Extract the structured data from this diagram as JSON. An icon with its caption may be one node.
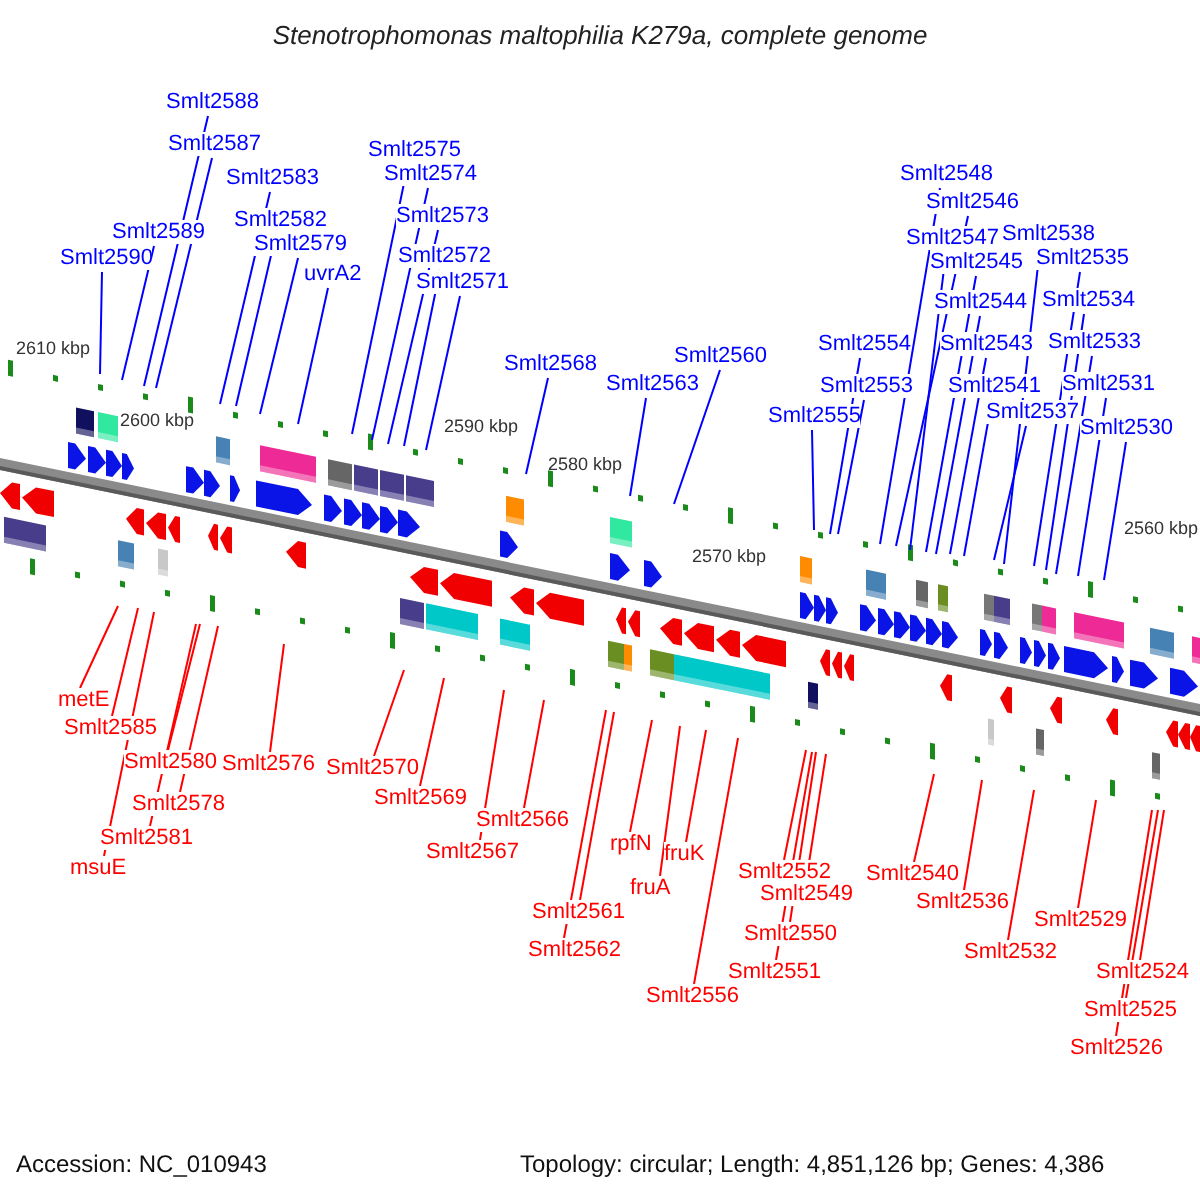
{
  "diagram": {
    "title": "Stenotrophomonas maltophilia K279a, complete genome",
    "nodes": [
      {
        "text": [
          "Smlt2590"
        ]
      },
      {
        "text": [
          "Smlt2589"
        ]
      },
      {
        "text": [
          "Smlt2588"
        ]
      },
      {
        "text": [
          "Smlt2587"
        ]
      },
      {
        "text": [
          "Smlt2583"
        ]
      },
      {
        "text": [
          "Smlt2582"
        ]
      },
      {
        "text": [
          "Smlt2579"
        ]
      },
      {
        "text": [
          "uvrA2"
        ]
      },
      {
        "text": [
          "Smlt2575"
        ]
      },
      {
        "text": [
          "Smlt2574"
        ]
      },
      {
        "text": [
          "Smlt2573"
        ]
      },
      {
        "text": [
          "Smlt2572"
        ]
      },
      {
        "text": [
          "Smlt2571"
        ]
      },
      {
        "text": [
          "Smlt2568"
        ]
      },
      {
        "text": [
          "Smlt2563"
        ]
      },
      {
        "text": [
          "Smlt2560"
        ]
      },
      {
        "text": [
          "Smlt2554"
        ]
      },
      {
        "text": [
          "Smlt2553"
        ]
      },
      {
        "text": [
          "Smlt2555"
        ]
      },
      {
        "text": [
          "Smlt2548"
        ]
      },
      {
        "text": [
          "Smlt2546"
        ]
      },
      {
        "text": [
          "Smlt2547"
        ]
      },
      {
        "text": [
          "Smlt2545"
        ]
      },
      {
        "text": [
          "Smlt2544"
        ]
      },
      {
        "text": [
          "Smlt2543"
        ]
      },
      {
        "text": [
          "Smlt2541"
        ]
      },
      {
        "text": [
          "Smlt2537"
        ]
      },
      {
        "text": [
          "Smlt2538"
        ]
      },
      {
        "text": [
          "Smlt2535"
        ]
      },
      {
        "text": [
          "Smlt2534"
        ]
      },
      {
        "text": [
          "Smlt2533"
        ]
      },
      {
        "text": [
          "Smlt2531"
        ]
      },
      {
        "text": [
          "Smlt2530"
        ]
      },
      {
        "text": [
          "metE"
        ]
      },
      {
        "text": [
          "Smlt2585"
        ]
      },
      {
        "text": [
          "Smlt2580"
        ]
      },
      {
        "text": [
          "Smlt2578"
        ]
      },
      {
        "text": [
          "Smlt2581"
        ]
      },
      {
        "text": [
          "msuE"
        ]
      },
      {
        "text": [
          "Smlt2576"
        ]
      },
      {
        "text": [
          "Smlt2570"
        ]
      },
      {
        "text": [
          "Smlt2569"
        ]
      },
      {
        "text": [
          "Smlt2567"
        ]
      },
      {
        "text": [
          "Smlt2566"
        ]
      },
      {
        "text": [
          "Smlt2561"
        ]
      },
      {
        "text": [
          "Smlt2562"
        ]
      },
      {
        "text": [
          "rpfN"
        ]
      },
      {
        "text": [
          "fruA"
        ]
      },
      {
        "text": [
          "fruK"
        ]
      },
      {
        "text": [
          "Smlt2556"
        ]
      },
      {
        "text": [
          "Smlt2552"
        ]
      },
      {
        "text": [
          "Smlt2549"
        ]
      },
      {
        "text": [
          "Smlt2550"
        ]
      },
      {
        "text": [
          "Smlt2551"
        ]
      },
      {
        "text": [
          "Smlt2540"
        ]
      },
      {
        "text": [
          "Smlt2536"
        ]
      },
      {
        "text": [
          "Smlt2532"
        ]
      },
      {
        "text": [
          "Smlt2529"
        ]
      },
      {
        "text": [
          "Smlt2524"
        ]
      },
      {
        "text": [
          "Smlt2525"
        ]
      },
      {
        "text": [
          "Smlt2526"
        ]
      }
    ],
    "edges": [
      {
        "from": 0,
        "to": null,
        "arrow": "none"
      },
      {
        "from": 1,
        "to": null,
        "arrow": "none"
      },
      {
        "from": 2,
        "to": null,
        "arrow": "none"
      },
      {
        "from": 3,
        "to": null,
        "arrow": "none"
      },
      {
        "from": 4,
        "to": null,
        "arrow": "none"
      },
      {
        "from": 5,
        "to": null,
        "arrow": "none"
      },
      {
        "from": 6,
        "to": null,
        "arrow": "none"
      },
      {
        "from": 7,
        "to": null,
        "arrow": "none"
      },
      {
        "from": 8,
        "to": null,
        "arrow": "none"
      },
      {
        "from": 9,
        "to": null,
        "arrow": "none"
      },
      {
        "from": 10,
        "to": null,
        "arrow": "none"
      },
      {
        "from": 11,
        "to": null,
        "arrow": "none"
      },
      {
        "from": 12,
        "to": null,
        "arrow": "none"
      },
      {
        "from": 13,
        "to": null,
        "arrow": "none"
      },
      {
        "from": 14,
        "to": null,
        "arrow": "none"
      },
      {
        "from": 15,
        "to": null,
        "arrow": "none"
      },
      {
        "from": 16,
        "to": null,
        "arrow": "none"
      },
      {
        "from": 17,
        "to": null,
        "arrow": "none"
      },
      {
        "from": 18,
        "to": null,
        "arrow": "none"
      },
      {
        "from": 19,
        "to": null,
        "arrow": "none"
      },
      {
        "from": 20,
        "to": null,
        "arrow": "none"
      },
      {
        "from": 21,
        "to": null,
        "arrow": "none"
      },
      {
        "from": 22,
        "to": null,
        "arrow": "none"
      },
      {
        "from": 23,
        "to": null,
        "arrow": "none"
      },
      {
        "from": 24,
        "to": null,
        "arrow": "none"
      },
      {
        "from": 25,
        "to": null,
        "arrow": "none"
      },
      {
        "from": 26,
        "to": null,
        "arrow": "none"
      },
      {
        "from": 27,
        "to": null,
        "arrow": "none"
      },
      {
        "from": 28,
        "to": null,
        "arrow": "none"
      },
      {
        "from": 29,
        "to": null,
        "arrow": "none"
      },
      {
        "from": 30,
        "to": null,
        "arrow": "none"
      },
      {
        "from": 31,
        "to": null,
        "arrow": "none"
      },
      {
        "from": 32,
        "to": null,
        "arrow": "none"
      },
      {
        "from": 33,
        "to": null,
        "arrow": "none",
        "color": "#ff0000"
      },
      {
        "from": 34,
        "to": null,
        "arrow": "none",
        "color": "#ff0000"
      },
      {
        "from": 35,
        "to": null,
        "arrow": "none",
        "color": "#ff0000"
      },
      {
        "from": 36,
        "to": null,
        "arrow": "none",
        "color": "#ff0000"
      },
      {
        "from": 37,
        "to": null,
        "arrow": "none",
        "color": "#ff0000"
      },
      {
        "from": 38,
        "to": null,
        "arrow": "none",
        "color": "#ff0000"
      },
      {
        "from": 39,
        "to": null,
        "arrow": "none",
        "color": "#ff0000"
      },
      {
        "from": 40,
        "to": null,
        "arrow": "none",
        "color": "#ff0000"
      },
      {
        "from": 41,
        "to": null,
        "arrow": "none",
        "color": "#ff0000"
      },
      {
        "from": 42,
        "to": null,
        "arrow": "none",
        "color": "#ff0000"
      },
      {
        "from": 43,
        "to": null,
        "arrow": "none",
        "color": "#ff0000"
      },
      {
        "from": 44,
        "to": null,
        "arrow": "none",
        "color": "#ff0000"
      },
      {
        "from": 45,
        "to": null,
        "arrow": "none",
        "color": "#ff0000"
      },
      {
        "from": 46,
        "to": null,
        "arrow": "none",
        "color": "#ff0000"
      },
      {
        "from": 47,
        "to": null,
        "arrow": "none",
        "color": "#ff0000"
      },
      {
        "from": 48,
        "to": null,
        "arrow": "none",
        "color": "#ff0000"
      },
      {
        "from": 49,
        "to": null,
        "arrow": "none",
        "color": "#ff0000"
      },
      {
        "from": 50,
        "to": null,
        "arrow": "none",
        "color": "#ff0000"
      },
      {
        "from": 51,
        "to": null,
        "arrow": "none",
        "color": "#ff0000"
      },
      {
        "from": 52,
        "to": null,
        "arrow": "none",
        "color": "#ff0000"
      },
      {
        "from": 53,
        "to": null,
        "arrow": "none",
        "color": "#ff0000"
      },
      {
        "from": 54,
        "to": null,
        "arrow": "none",
        "color": "#ff0000"
      },
      {
        "from": 55,
        "to": null,
        "arrow": "none",
        "color": "#ff0000"
      },
      {
        "from": 56,
        "to": null,
        "arrow": "none",
        "color": "#ff0000"
      },
      {
        "from": 57,
        "to": null,
        "arrow": "none",
        "color": "#ff0000"
      },
      {
        "from": 58,
        "to": null,
        "arrow": "none",
        "color": "#ff0000"
      },
      {
        "from": 59,
        "to": null,
        "arrow": "none",
        "color": "#ff0000"
      },
      {
        "from": 60,
        "to": null,
        "arrow": "none",
        "color": "#ff0000"
      }
    ],
    "labels": [
      "2610 kbp",
      "2600 kbp",
      "2590 kbp",
      "2580 kbp",
      "2570 kbp",
      "2560 kbp",
      "Accession: NC_010943",
      "Topology: circular; Length: 4,851,126 bp; Genes: 4,386"
    ]
  }
}
